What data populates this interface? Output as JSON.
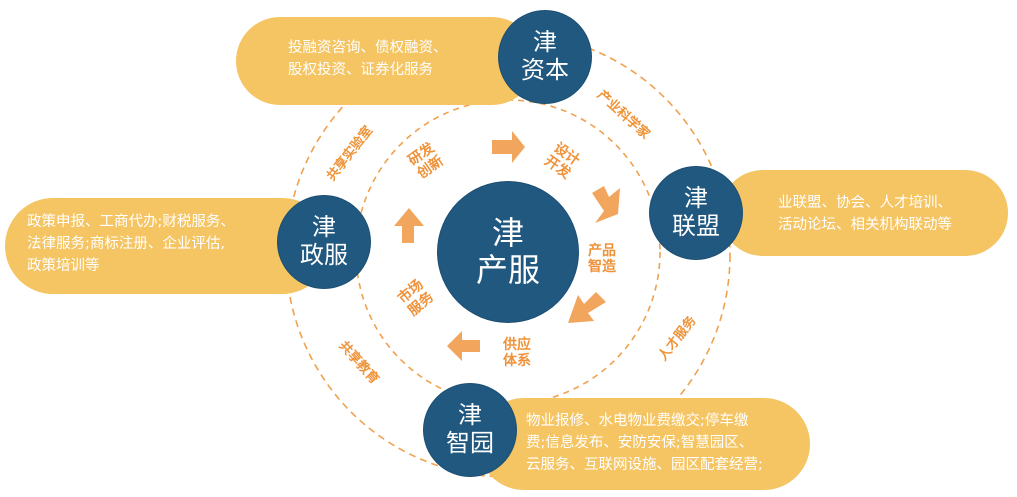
{
  "center": {
    "l1": "津",
    "l2": "产服"
  },
  "nodes": {
    "capital": {
      "l1": "津",
      "l2": "资本"
    },
    "alliance": {
      "l1": "津",
      "l2": "联盟"
    },
    "gov": {
      "l1": "津",
      "l2": "政服"
    },
    "park": {
      "l1": "津",
      "l2": "智园"
    }
  },
  "pills": {
    "capital": [
      "投融资咨询、债权融资、",
      "股权投资、证券化服务"
    ],
    "alliance": [
      "业联盟、协会、人才培训、",
      "活动论坛、相关机构联动等"
    ],
    "gov": [
      "政策申报、工商代办;财税服务、",
      "法律服务;商标注册、企业评估,",
      "政策培训等"
    ],
    "park": [
      "物业报修、水电物业费缴交;停车缴",
      "费;信息发布、安防安保;智慧园区、",
      "云服务、互联网设施、园区配套经营;"
    ]
  },
  "cycle": {
    "rd": [
      "研发",
      "创新"
    ],
    "design": [
      "设计",
      "开发"
    ],
    "product": [
      "产品",
      "智造"
    ],
    "supply": [
      "供应",
      "体系"
    ],
    "market": [
      "市场",
      "服务"
    ]
  },
  "outer_labels": {
    "industry_scientists": "产业科学家",
    "talent_service": "人才服务",
    "shared_lab": "共享实验室",
    "shared_edu": "共享教育"
  },
  "colors": {
    "node": "#21587f",
    "pill": "#f5c463",
    "accent": "#f0923a",
    "dash": "#f0a14f"
  }
}
